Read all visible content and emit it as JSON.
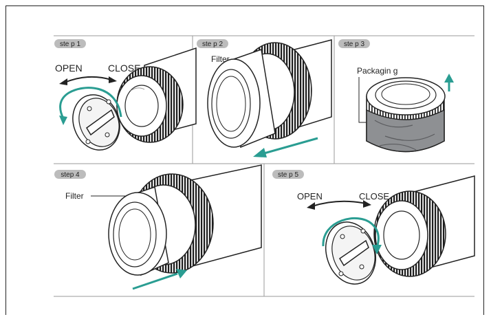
{
  "colors": {
    "accent": "#2a9d92",
    "badge": "#bcbcbc",
    "line": "#222222",
    "rule": "#9a9a9a",
    "sleeve": "#8e9093"
  },
  "steps": [
    {
      "badge": "ste p 1",
      "open": "OPEN",
      "close": "CLOSE"
    },
    {
      "badge": "ste p 2",
      "filter": "Filter"
    },
    {
      "badge": "ste p 3",
      "packaging": "Packagin g"
    },
    {
      "badge": "step 4",
      "filter": "Filter"
    },
    {
      "badge": "ste p 5",
      "open": "OPEN",
      "close": "CLOSE"
    }
  ],
  "icons": [
    "circular-arrow-icon",
    "double-arrow-icon",
    "push-arrow-icon",
    "up-arrow-icon"
  ]
}
